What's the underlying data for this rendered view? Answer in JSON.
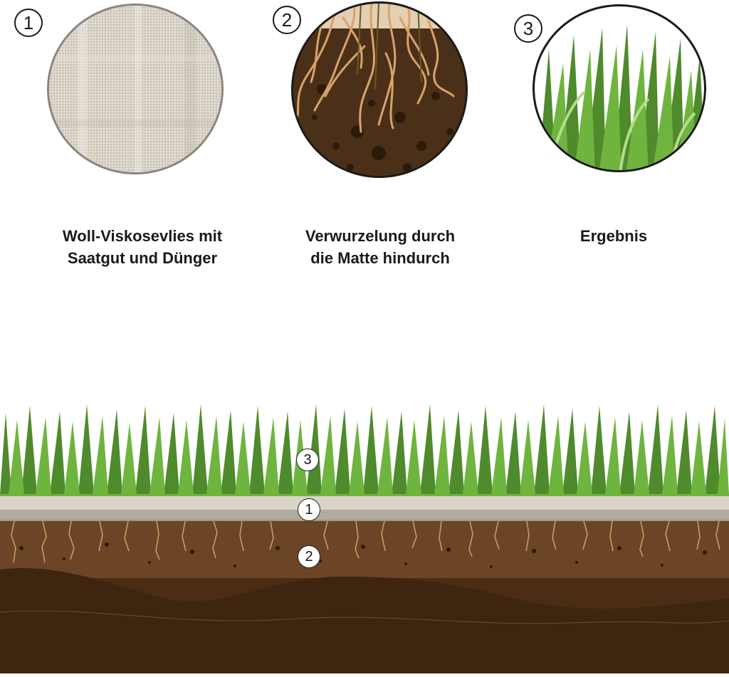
{
  "panels": [
    {
      "number": "1",
      "caption_lines": [
        "Woll-Viskosevlies mit",
        "Saatgut und Dünger"
      ]
    },
    {
      "number": "2",
      "caption_lines": [
        "Verwurzelung durch",
        "die Matte hindurch"
      ]
    },
    {
      "number": "3",
      "caption_lines": [
        "Ergebnis"
      ]
    }
  ],
  "layers": [
    {
      "number": "3"
    },
    {
      "number": "1"
    },
    {
      "number": "2"
    }
  ],
  "colors": {
    "fleece": "#d9d3c8",
    "soil_light": "#6b4526",
    "soil_dark": "#3e2510",
    "grass_dark": "#4f8a2c",
    "grass_light": "#6fb43e",
    "roots": "#d9a26a"
  }
}
